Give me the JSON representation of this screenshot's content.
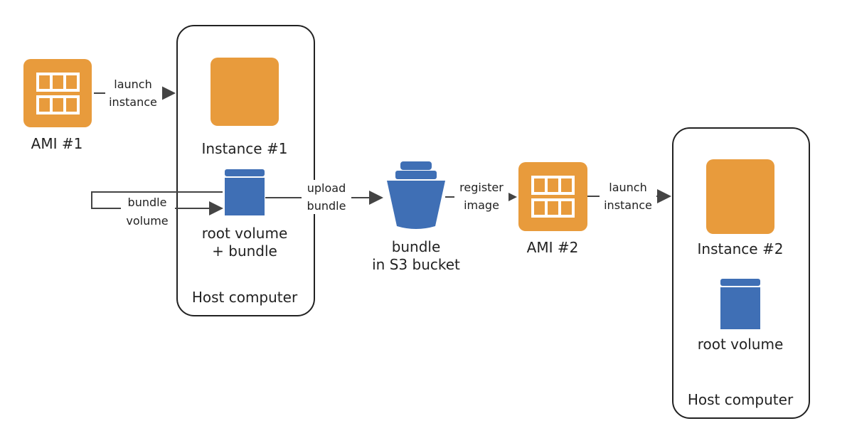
{
  "ami1": {
    "label": "AMI #1"
  },
  "launch1": {
    "line1": "launch",
    "line2": "instance"
  },
  "host1": {
    "instance_label": "Instance #1",
    "volume_label_line1": "root volume",
    "volume_label_line2": "+ bundle",
    "footer": "Host computer"
  },
  "bundle_volume": {
    "line1": "bundle",
    "line2": "volume"
  },
  "upload": {
    "line1": "upload",
    "line2": "bundle"
  },
  "s3": {
    "line1": "bundle",
    "line2": "in S3 bucket"
  },
  "register": {
    "line1": "register",
    "line2": "image"
  },
  "ami2": {
    "label": "AMI #2"
  },
  "launch2": {
    "line1": "launch",
    "line2": "instance"
  },
  "host2": {
    "instance_label": "Instance #2",
    "volume_label": "root volume",
    "footer": "Host computer"
  },
  "colors": {
    "orange": "#E89B3C",
    "blue": "#3F6FB5",
    "line": "#444444",
    "border": "#222222"
  }
}
